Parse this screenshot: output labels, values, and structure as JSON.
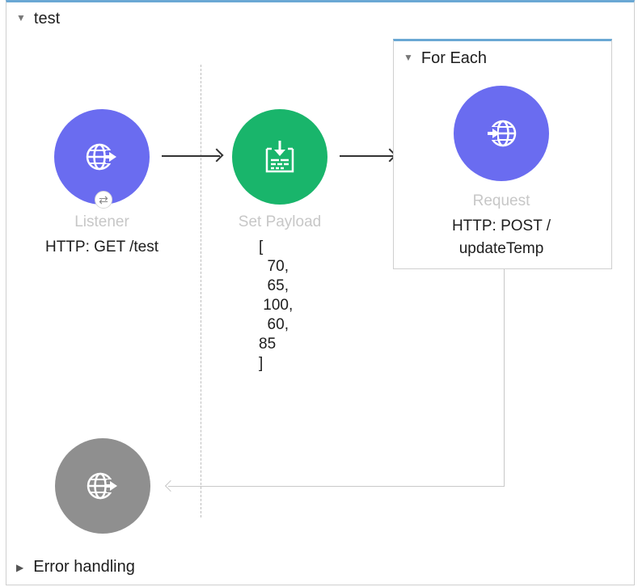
{
  "flow": {
    "name": "test",
    "error_section_label": "Error handling"
  },
  "listener": {
    "title": "Listener",
    "detail": "HTTP: GET /test"
  },
  "set_payload": {
    "title": "Set Payload",
    "lines": [
      "[",
      "  70,",
      "  65,",
      " 100,",
      "  60,",
      "85",
      "]"
    ]
  },
  "for_each": {
    "label": "For Each",
    "request": {
      "title": "Request",
      "detail_line1": "HTTP: POST /",
      "detail_line2": "updateTemp"
    }
  },
  "colors": {
    "http_node": "#6a6cf0",
    "set_payload_node": "#19b56b",
    "error_node": "#8f8f8f",
    "scope_border": "#6aa8d4"
  },
  "icons": {
    "listener": "globe-arrow-icon",
    "set_payload": "set-payload-icon",
    "request": "globe-arrow-icon",
    "error": "globe-arrow-icon",
    "sync": "sync-icon"
  }
}
